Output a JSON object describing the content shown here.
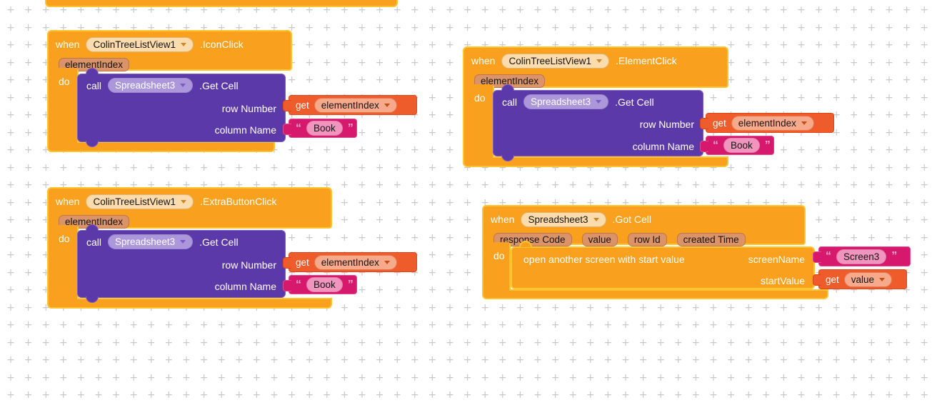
{
  "workspace": {
    "grid_symbol": "+"
  },
  "colors": {
    "event_gold": "#F9A11F",
    "event_border": "#FDC42F",
    "call_purple": "#5C39A8",
    "call_border": "#7E5FC2",
    "getter_orange": "#EF5C2B",
    "getter_border": "#E1451A",
    "text_magenta": "#D6196D",
    "text_border": "#E4458C",
    "param_fill": "#DB9367",
    "param_border": "#BE7746",
    "grid": "#c9c9cb"
  },
  "blocks": {
    "b1": {
      "when_kw": "when",
      "component": "ColinTreeListView1",
      "event": ".IconClick",
      "param": "elementIndex",
      "do_kw": "do",
      "call_kw": "call",
      "call_component": "Spreadsheet3",
      "method": ".Get Cell",
      "arg1_label": "row Number",
      "arg2_label": "column Name",
      "get_kw": "get",
      "get_var": "elementIndex",
      "quote_open": "“",
      "quote_close": "”",
      "text_value": "Book"
    },
    "b2": {
      "when_kw": "when",
      "component": "ColinTreeListView1",
      "event": ".ElementClick",
      "param": "elementIndex",
      "do_kw": "do",
      "call_kw": "call",
      "call_component": "Spreadsheet3",
      "method": ".Get Cell",
      "arg1_label": "row Number",
      "arg2_label": "column Name",
      "get_kw": "get",
      "get_var": "elementIndex",
      "quote_open": "“",
      "quote_close": "”",
      "text_value": "Book"
    },
    "b3": {
      "when_kw": "when",
      "component": "ColinTreeListView1",
      "event": ".ExtraButtonClick",
      "param": "elementIndex",
      "do_kw": "do",
      "call_kw": "call",
      "call_component": "Spreadsheet3",
      "method": ".Get Cell",
      "arg1_label": "row Number",
      "arg2_label": "column Name",
      "get_kw": "get",
      "get_var": "elementIndex",
      "quote_open": "“",
      "quote_close": "”",
      "text_value": "Book"
    },
    "b4": {
      "when_kw": "when",
      "component": "Spreadsheet3",
      "event": ".Got Cell",
      "params": [
        "response Code",
        "value",
        "row Id",
        "created Time"
      ],
      "do_kw": "do",
      "stmt_label": "open another screen with start value",
      "arg1_label": "screenName",
      "arg2_label": "startValue",
      "quote_open": "“",
      "quote_close": "”",
      "text_value": "Screen3",
      "get_kw": "get",
      "get_var": "value"
    }
  }
}
